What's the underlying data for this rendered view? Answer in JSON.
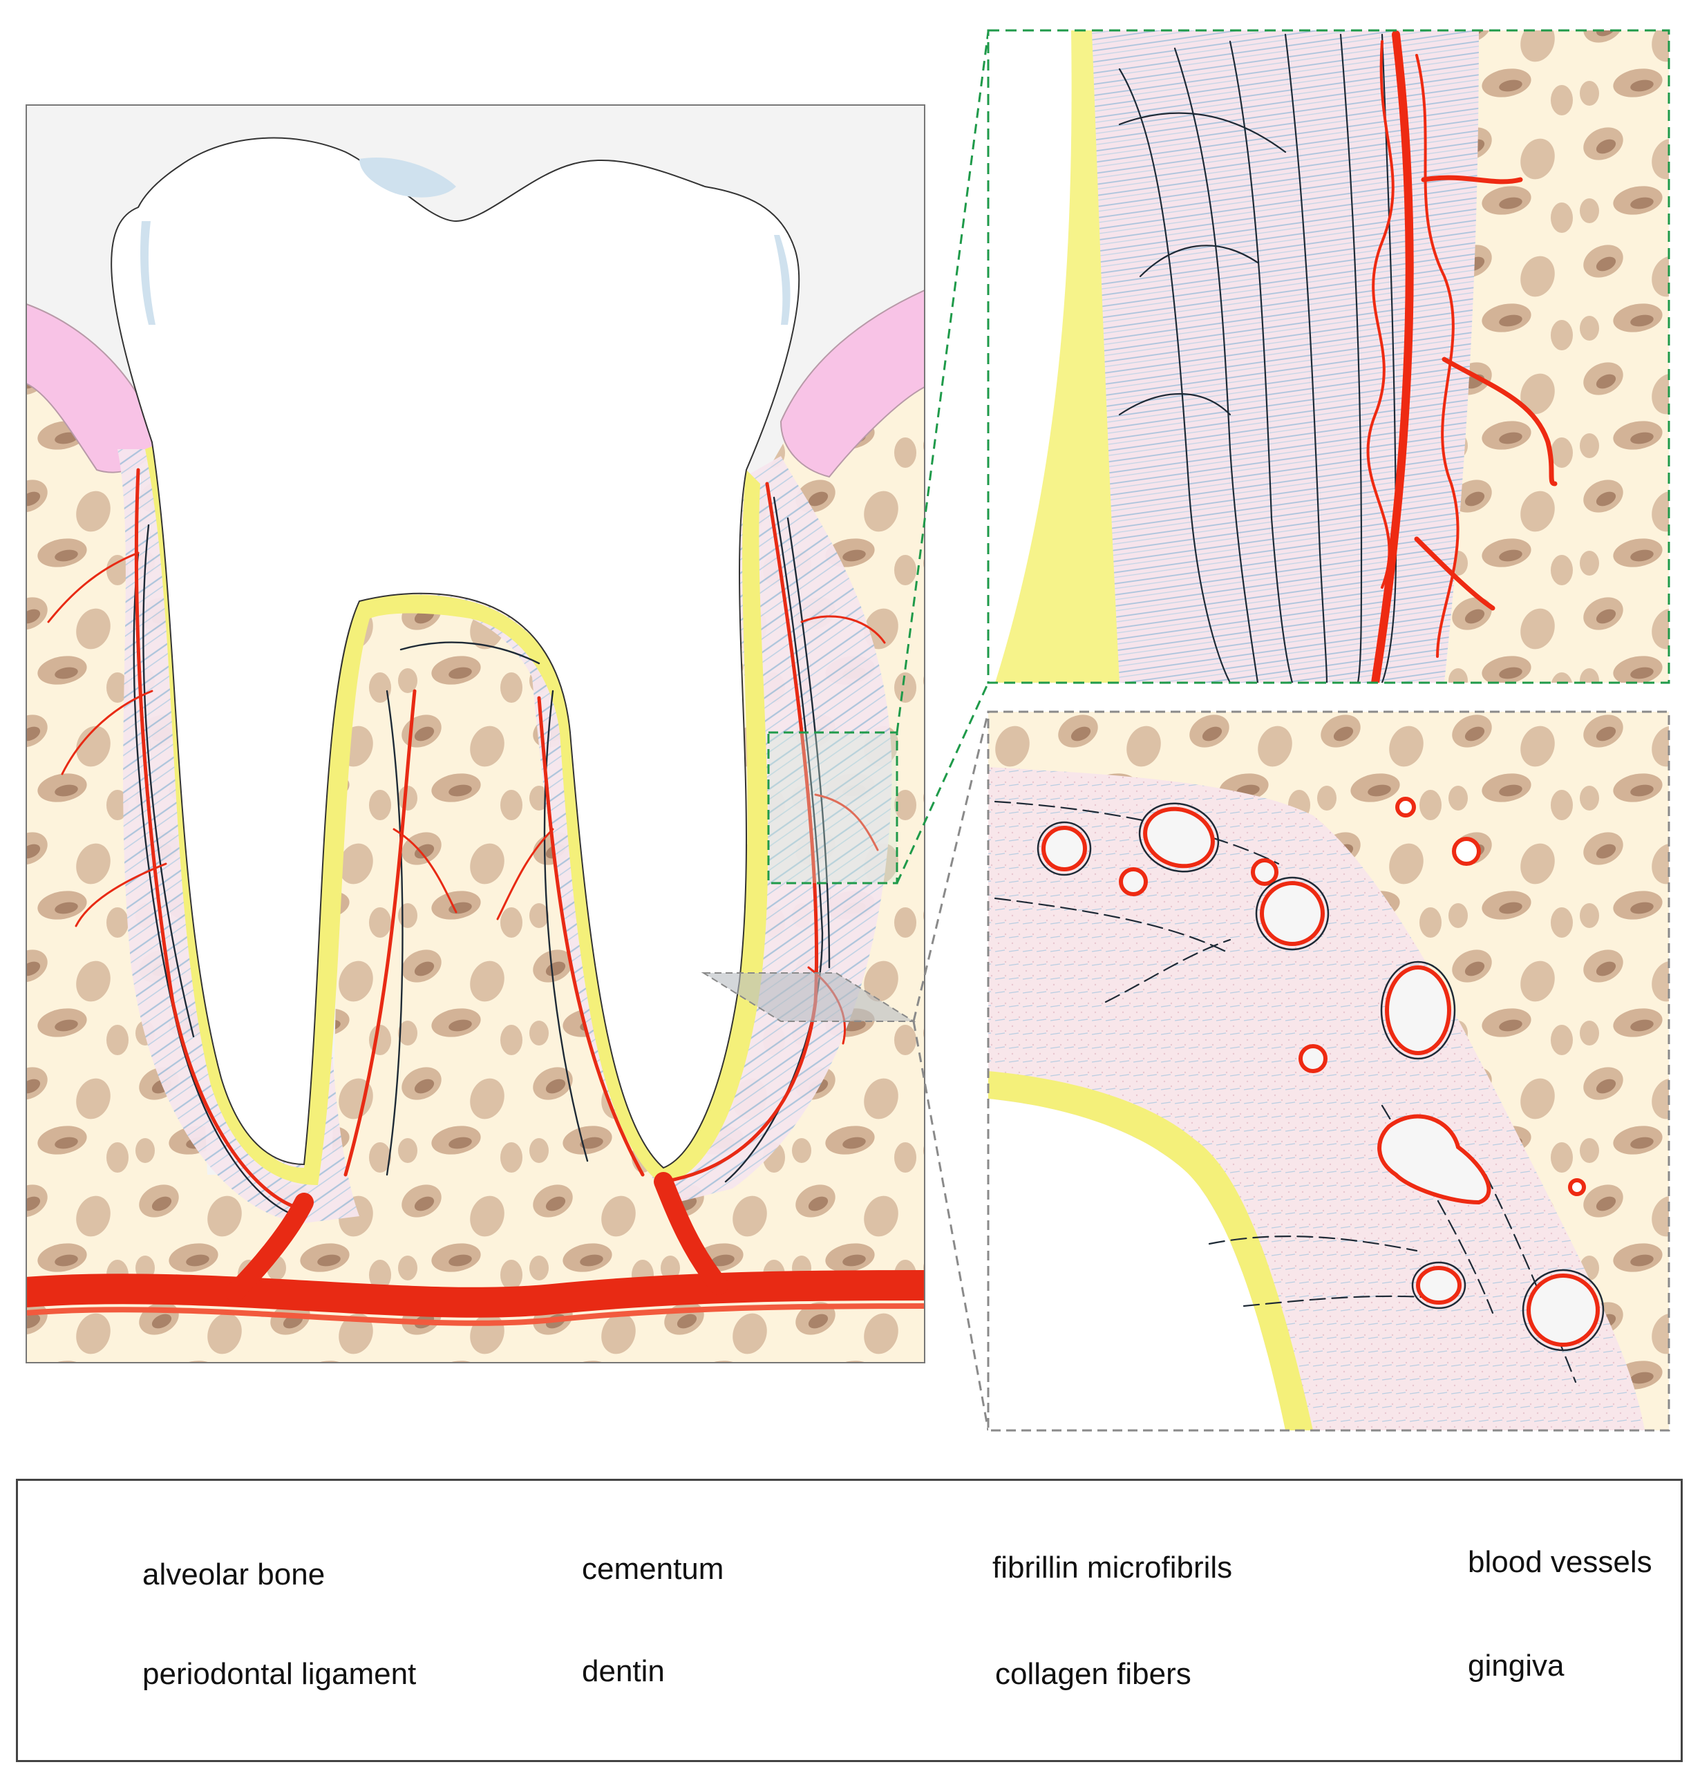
{
  "legend": {
    "alveolar_bone": "alveolar bone",
    "periodontal_ligament": "periodontal ligament",
    "cementum": "cementum",
    "dentin": "dentin",
    "fibrillin_microfibrils": "fibrillin microfibrils",
    "collagen_fibers": "collagen fibers",
    "blood_vessels": "blood vessels",
    "gingiva": "gingiva"
  },
  "colors": {
    "bone": "#fdf3dc",
    "bone_pore": "#d2b296",
    "bone_pore_dark": "#a98369",
    "ligament": "#f6e4ec",
    "collagen": "#a8c4dc",
    "cementum": "#f4f07a",
    "dentin": "#ffffff",
    "enamel_shadow": "#cfe1ee",
    "gingiva": "#f8c3e6",
    "vessel": "#ee2a12",
    "fibril": "#1e2a36",
    "background_gray": "#f3f3f3",
    "zoom_green": "#1f9a4a",
    "zoom_gray": "#8a8a8a"
  },
  "icons": [
    "alveolar-bone-swatch-icon",
    "periodontal-ligament-swatch-icon",
    "cementum-swatch-icon",
    "dentin-swatch-icon",
    "fibrillin-microfibrils-icon",
    "collagen-fibers-icon",
    "blood-vessels-icon",
    "gingiva-swatch-icon"
  ]
}
